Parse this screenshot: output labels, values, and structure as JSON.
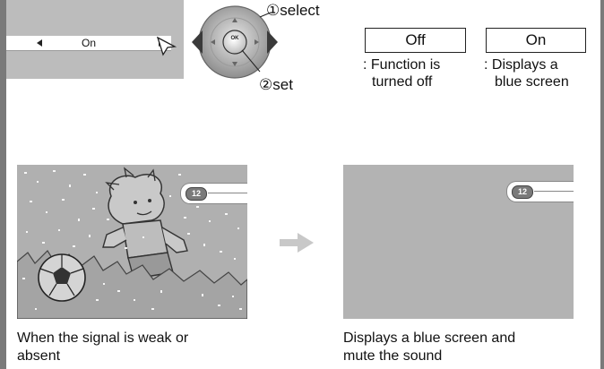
{
  "menu": {
    "value": "On"
  },
  "remote": {
    "ok_label": "OK",
    "select_label": "①select",
    "set_label": "②set"
  },
  "options": [
    {
      "label": "Off",
      "desc_line1": ": Function is",
      "desc_line2": "turned off"
    },
    {
      "label": "On",
      "desc_line1": ": Displays a",
      "desc_line2": "blue screen"
    }
  ],
  "screens": {
    "weak": {
      "channel": "12",
      "caption_line1": "When the signal is weak or",
      "caption_line2": "absent"
    },
    "blue": {
      "channel": "12",
      "caption_line1": "Displays a blue screen and",
      "caption_line2": "mute the sound"
    }
  },
  "colors": {
    "panel": "#bcbcbc",
    "screen": "#b3b3b3",
    "arrow": "#c8c8c8"
  }
}
